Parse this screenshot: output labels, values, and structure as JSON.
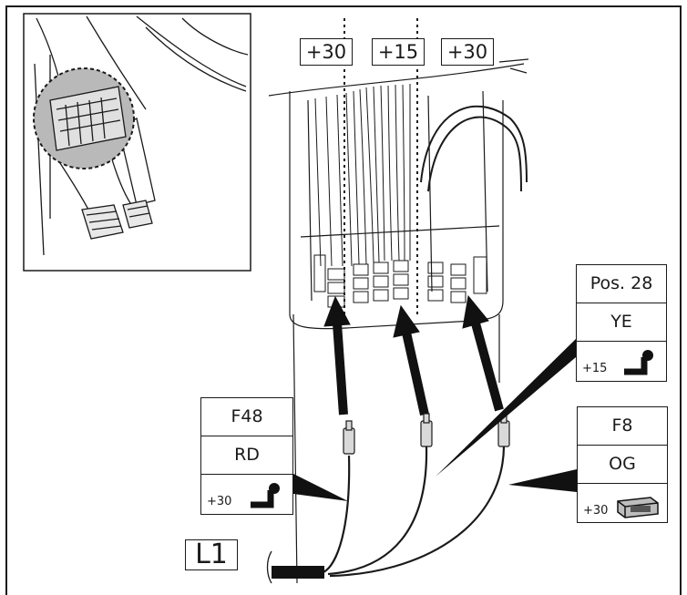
{
  "column_labels": [
    "+30",
    "+15",
    "+30"
  ],
  "cards": {
    "left": {
      "fuse": "F48",
      "color": "RD",
      "voltage": "+30",
      "icon": "hook-terminal-icon"
    },
    "right_top": {
      "fuse": "Pos. 28",
      "color": "YE",
      "voltage": "+15",
      "icon": "hook-terminal-icon"
    },
    "right_bottom": {
      "fuse": "F8",
      "color": "OG",
      "voltage": "+30",
      "icon": "connector-block-icon"
    }
  },
  "harness_label": "L1"
}
